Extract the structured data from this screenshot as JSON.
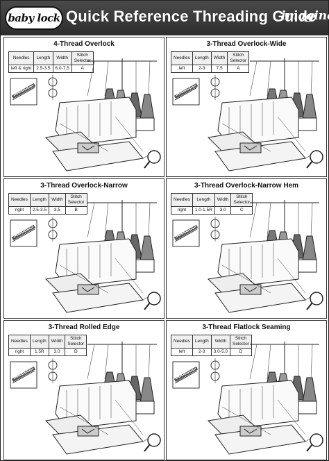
{
  "header": {
    "brand": "baby lock",
    "title": "Quick Reference Threading Guide",
    "model": "imagine"
  },
  "spec_labels": {
    "needles": "Needles",
    "length": "Length",
    "width": "Width",
    "stitch": "Stitch",
    "selector": "Selector"
  },
  "panels": [
    {
      "title": "4-Thread Overlock",
      "needles": "left & right",
      "length": "2.5-3.5",
      "width": "6.0-7.5",
      "selector": "A"
    },
    {
      "title": "3-Thread Overlock-Wide",
      "needles": "left",
      "length": "2-3",
      "width": "7.5",
      "selector": "A"
    },
    {
      "title": "3-Thread Overlock-Narrow",
      "needles": "right",
      "length": "2.5-3.5",
      "width": "3.5",
      "selector": "B"
    },
    {
      "title": "3-Thread Overlock-Narrow Hem",
      "needles": "right",
      "length": "1.0-1.5R",
      "width": "3.0",
      "selector": "C"
    },
    {
      "title": "3-Thread Rolled Edge",
      "needles": "right",
      "length": "1.5R",
      "width": "3.0",
      "selector": "D"
    },
    {
      "title": "3-Thread Flatlock Seaming",
      "needles": "left",
      "length": "2-3",
      "width": "3.0-5.0",
      "selector": "D"
    }
  ]
}
